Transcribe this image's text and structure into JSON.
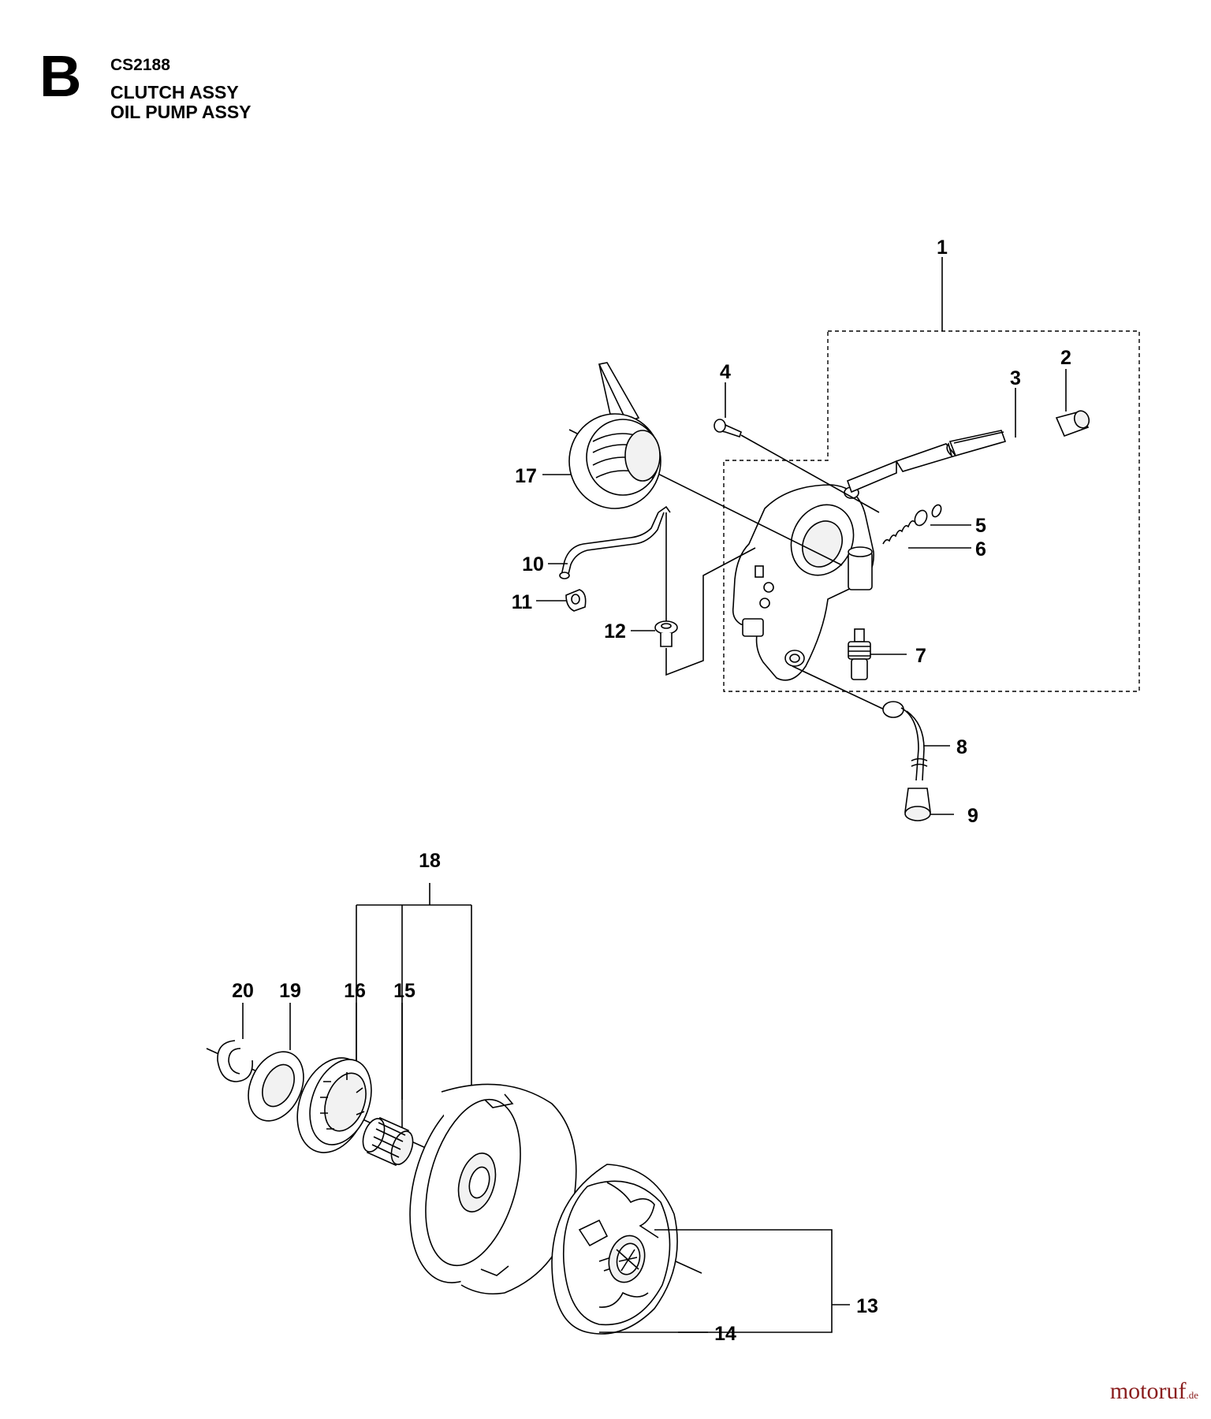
{
  "header": {
    "section_letter": "B",
    "model_code": "CS2188",
    "titles": [
      "CLUTCH ASSY",
      "OIL PUMP ASSY"
    ]
  },
  "callouts": {
    "c1": "1",
    "c2": "2",
    "c3": "3",
    "c4": "4",
    "c5": "5",
    "c6": "6",
    "c7": "7",
    "c8": "8",
    "c9": "9",
    "c10": "10",
    "c11": "11",
    "c12": "12",
    "c13": "13",
    "c14": "14",
    "c15": "15",
    "c16": "16",
    "c17": "17",
    "c18": "18",
    "c19": "19",
    "c20": "20"
  },
  "watermark": {
    "brand": "motoruf",
    "suffix": ".de"
  },
  "colors": {
    "ink": "#000000",
    "watermark": "#8a1e1e"
  }
}
